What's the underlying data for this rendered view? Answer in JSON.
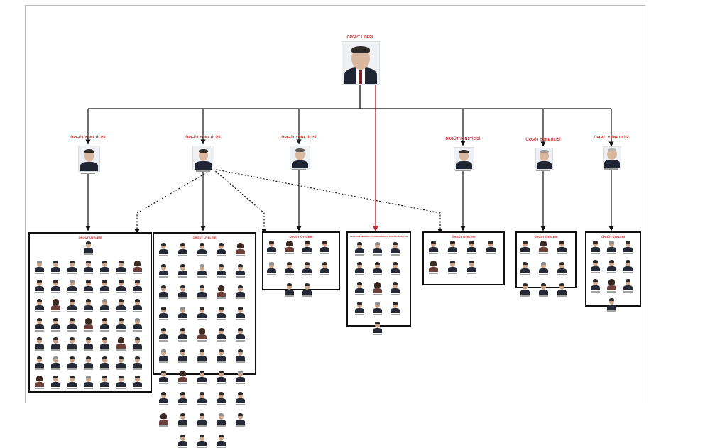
{
  "chart_title": "ÖRGÜT LİDERİ",
  "leader": {
    "role": "ÖRGÜT LİDERİ",
    "icon": "person-photo-icon"
  },
  "managers": [
    {
      "role": "ÖRGÜT YÖNETİCİSİ"
    },
    {
      "role": "ÖRGÜT YÖNETİCİSİ"
    },
    {
      "role": "ÖRGÜT YÖNETİCİSİ"
    },
    {
      "role": "ÖRGÜT YÖNETİCİSİ"
    },
    {
      "role": "ÖRGÜT YÖNETİCİSİ"
    },
    {
      "role": "ÖRGÜT YÖNETİCİSİ"
    }
  ],
  "groups": [
    {
      "title": "ÖRGÜT ÜYELERİ",
      "member_count": 50
    },
    {
      "title": "ÖRGÜT ÜYELERİ",
      "member_count": 48
    },
    {
      "title": "ÖRGÜT ÜYELERİ",
      "member_count": 10
    },
    {
      "title": "CEZADAN İNDİRİM HÜKÜMLERİNDEN FAYDALANANLAR",
      "member_count": 13
    },
    {
      "title": "ÖRGÜT ÜYELERİ",
      "member_count": 7
    },
    {
      "title": "ÖRGÜT ÜYELERİ",
      "member_count": 9
    },
    {
      "title": "ÖRGÜT ÜYELERİ",
      "member_count": 10
    }
  ],
  "colors": {
    "role_label": "#c0272d",
    "connector": "#111111",
    "highlight_connector": "#c0272d",
    "box_border": "#111111"
  }
}
